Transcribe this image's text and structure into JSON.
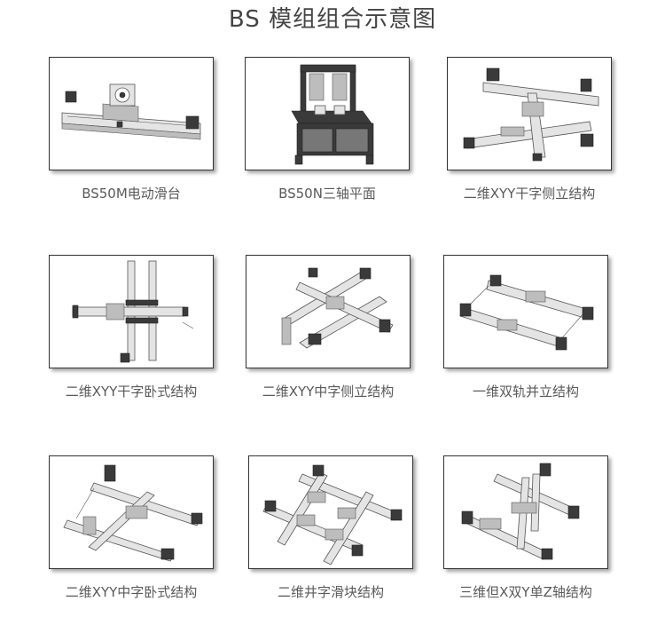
{
  "title": "BS 模组组合示意图",
  "cards": [
    {
      "caption": "BS50M电动滑台",
      "icon": "single-axis-slide-image"
    },
    {
      "caption": "BS50N三轴平面",
      "icon": "three-axis-platform-image"
    },
    {
      "caption": "二维XYY干字侧立结构",
      "icon": "xyy-gantry-side-image"
    },
    {
      "caption": "二维XYY干字卧式结构",
      "icon": "xyy-gantry-horizontal-image"
    },
    {
      "caption": "二维XYY中字侧立结构",
      "icon": "xyy-center-side-image"
    },
    {
      "caption": "一维双轨并立结构",
      "icon": "dual-rail-parallel-image"
    },
    {
      "caption": "二维XYY中字卧式结构",
      "icon": "xyy-center-horizontal-image"
    },
    {
      "caption": "二维井字滑块结构",
      "icon": "grid-slider-image"
    },
    {
      "caption": "三维但X双Y单Z轴结构",
      "icon": "xyyz-three-axis-image"
    }
  ]
}
